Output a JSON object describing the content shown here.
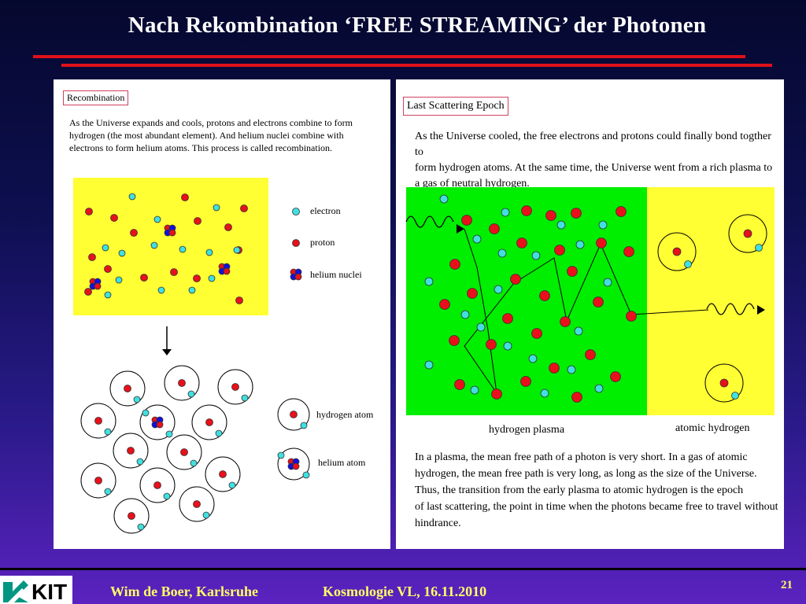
{
  "slide": {
    "title": "Nach Rekombination ‘FREE STREAMING’ der Photonen",
    "page_number": "21",
    "footer_author": "Wim de Boer, Karlsruhe",
    "footer_course": "Kosmologie VL,  16.11.2010",
    "logo_text": "KIT"
  },
  "left_panel": {
    "box_label": "Recombination",
    "text_lines": [
      "As the Universe expands and cools, protons and electrons combine to form",
      "hydrogen (the most abundant element).  And helium nuclei combine with",
      "electrons to form helium atoms.  This process is called recombination."
    ],
    "legend": {
      "electron": "electron",
      "proton": "proton",
      "helium_nuclei": "helium nuclei",
      "hydrogen_atom": "hydrogen atom",
      "helium_atom": "helium atom"
    }
  },
  "right_panel": {
    "box_label": "Last Scattering Epoch",
    "intro_lines": [
      "As the Universe cooled, the free electrons and protons could finally bond togther to",
      "form hydrogen atoms.  At the same time, the Universe went from a rich plasma to",
      "a gas of neutral hydrogen."
    ],
    "caption_plasma": "hydrogen plasma",
    "caption_atomic": "atomic hydrogen",
    "outro_lines": [
      "In a plasma, the mean free path of a photon is very short.  In a gas of atomic",
      "hydrogen, the mean free path is very long, as long as the size of the Universe.",
      "Thus, the transition from the early plasma to atomic hydrogen is the epoch",
      "of last scattering, the point in time when the photons became free to travel without",
      "hindrance."
    ]
  },
  "colors": {
    "proton": "#e8101a",
    "electron": "#40e0e0",
    "helium_blue": "#1010e0",
    "plasma_bg": "#00ee00",
    "atomic_bg": "#ffff33",
    "title_line": "#e0101a",
    "footer_text": "#ffff66",
    "logo_green": "#009682"
  }
}
